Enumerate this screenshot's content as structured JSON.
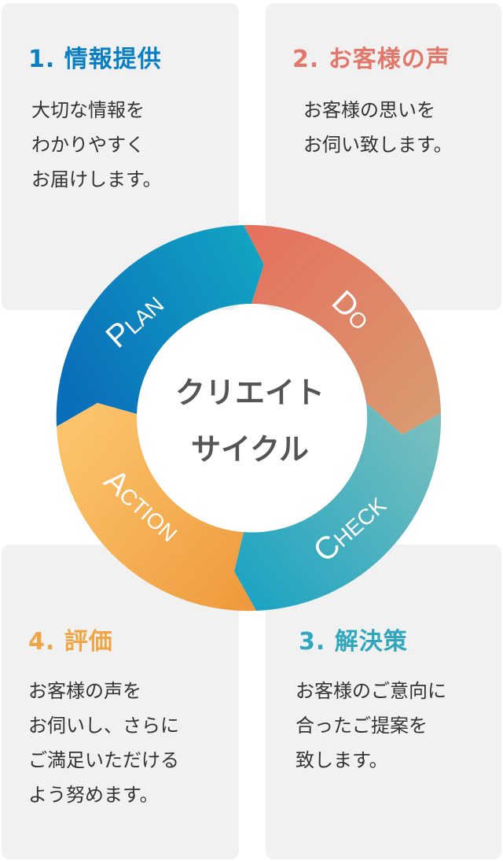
{
  "colors": {
    "plan": "#0b7fc4",
    "do": "#e2776a",
    "check": "#2fa7bd",
    "action": "#f0a545",
    "card_bg": "#f1f1f1",
    "center_text": "#555555"
  },
  "cards": [
    {
      "title": "1. 情報提供",
      "lines": [
        "大切な情報を",
        "わかりやすく",
        "お届けします。"
      ]
    },
    {
      "title": "2. お客様の声",
      "lines": [
        "お客様の思いを",
        "お伺い致します。"
      ]
    },
    {
      "title": "3. 解決策",
      "lines": [
        "お客様のご意向に",
        "合ったご提案を",
        "致します。"
      ]
    },
    {
      "title": "4. 評価",
      "lines": [
        "お客様の声を",
        "お伺いし、さらに",
        "ご満足いただける",
        "よう努めます。"
      ]
    }
  ],
  "cycle": {
    "center": [
      "クリエイト",
      "サイクル"
    ],
    "segments": {
      "plan": {
        "initial": "P",
        "rest": "LAN"
      },
      "do": {
        "initial": "D",
        "rest": "O"
      },
      "check": {
        "initial": "C",
        "rest": "HECK"
      },
      "action": {
        "initial": "A",
        "rest": "CTION"
      }
    }
  }
}
